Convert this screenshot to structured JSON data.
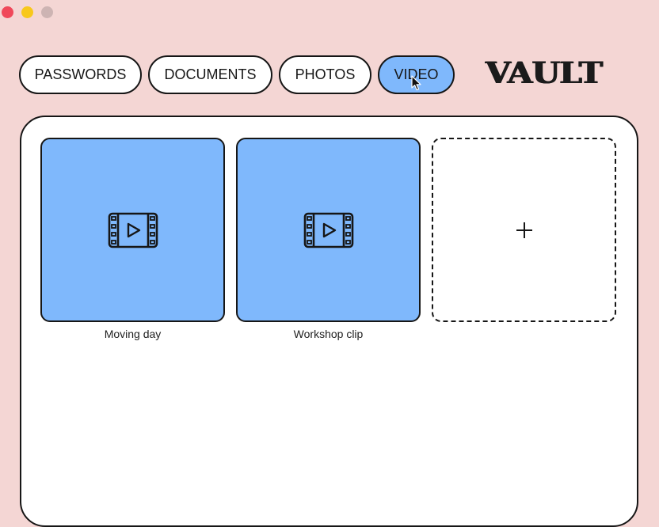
{
  "window": {
    "buttons": [
      "close",
      "minimize",
      "zoom"
    ]
  },
  "tabs": [
    {
      "label": "PASSWORDS",
      "active": false
    },
    {
      "label": "DOCUMENTS",
      "active": false
    },
    {
      "label": "PHOTOS",
      "active": false
    },
    {
      "label": "VIDEO",
      "active": true
    }
  ],
  "logo": {
    "text": "VAULT"
  },
  "videos": [
    {
      "title": "Moving day",
      "icon": "film-play-icon"
    },
    {
      "title": "Workshop clip",
      "icon": "film-play-icon"
    }
  ],
  "add_card": {
    "icon": "plus-icon",
    "glyph": "+"
  },
  "colors": {
    "background": "#f4d6d4",
    "accent": "#7fb8fc",
    "ink": "#161616",
    "close": "#f0485a",
    "minimize": "#f8c81c",
    "zoom": "#cdb4b3"
  }
}
